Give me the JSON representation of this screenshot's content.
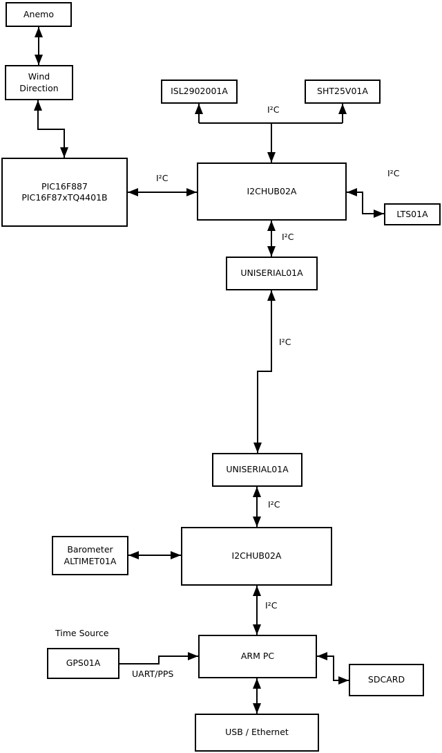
{
  "diagram": {
    "background_color": "#ffffff",
    "line_color": "#000000",
    "boxes": {
      "anemo": {
        "label": "Anemo"
      },
      "wind_direction": {
        "line1": "Wind",
        "line2": "Direction"
      },
      "pic": {
        "line1": "PIC16F887",
        "line2": "PIC16F87xTQ4401B"
      },
      "isl": {
        "label": "ISL2902001A"
      },
      "sht": {
        "label": "SHT25V01A"
      },
      "i2chub_top": {
        "label": "I2CHUB02A"
      },
      "lts": {
        "label": "LTS01A"
      },
      "uniserial_top": {
        "label": "UNISERIAL01A"
      },
      "uniserial_bottom": {
        "label": "UNISERIAL01A"
      },
      "i2chub_bottom": {
        "label": "I2CHUB02A"
      },
      "barometer": {
        "line1": "Barometer",
        "line2": "ALTIMET01A"
      },
      "gps": {
        "label": "GPS01A"
      },
      "arm_pc": {
        "label": "ARM PC"
      },
      "sdcard": {
        "label": "SDCARD"
      },
      "usb_ethernet": {
        "label": "USB / Ethernet"
      }
    },
    "edge_labels": {
      "i2c": "I²C",
      "time_source": "Time Source",
      "uart_pps": "UART/PPS"
    }
  }
}
